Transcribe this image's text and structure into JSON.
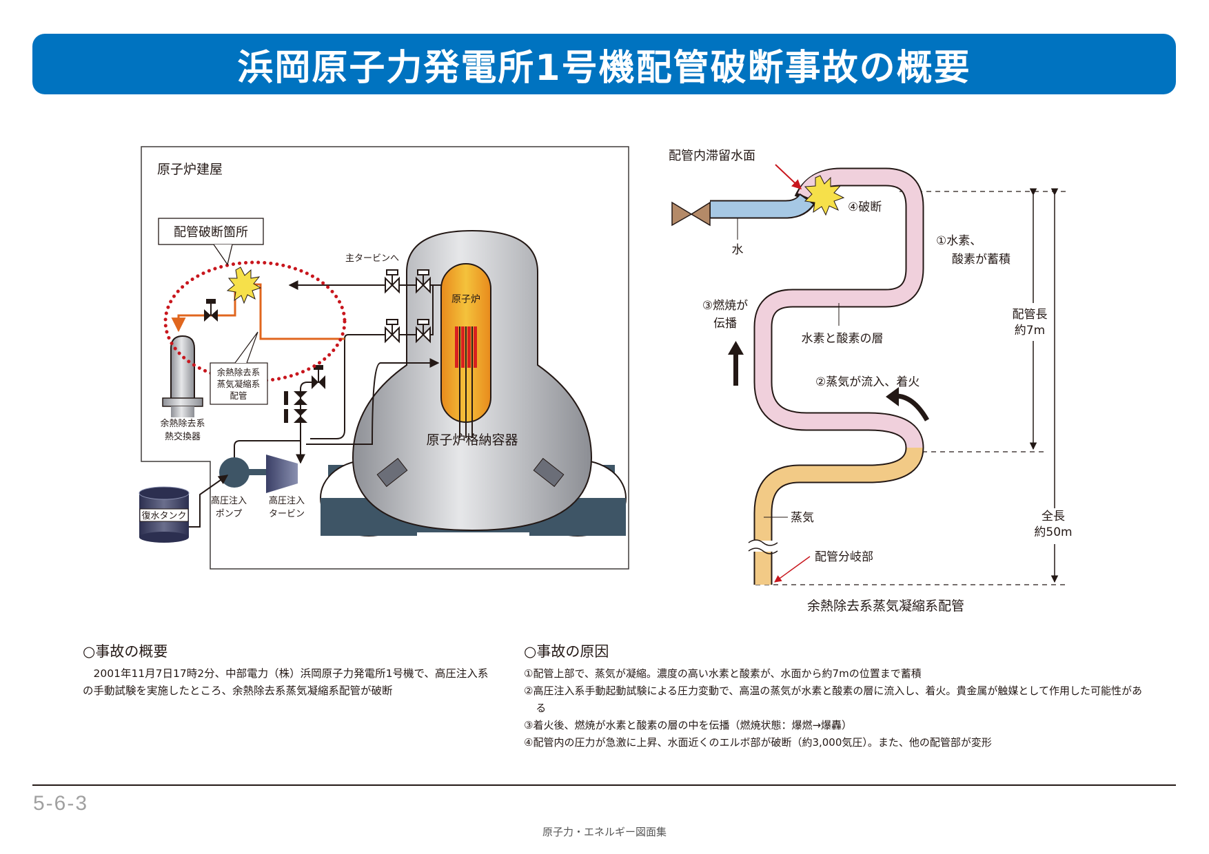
{
  "title": "浜岡原子力発電所1号機配管破断事故の概要",
  "left_diagram": {
    "building_label": "原子炉建屋",
    "break_location_label": "配管破断箇所",
    "pipe_callout": [
      "余熱除去系",
      "蒸気凝縮系",
      "配管"
    ],
    "heat_exchanger_label": [
      "余熱除去系",
      "熱交換器"
    ],
    "main_turbine_label": "主タービンへ",
    "reactor_label": "原子炉",
    "containment_label": "原子炉格納容器",
    "tank_label": "復水タンク",
    "pump_label": [
      "高圧注入",
      "ポンプ"
    ],
    "turbine_label": [
      "高圧注入",
      "タービン"
    ]
  },
  "right_diagram": {
    "water_surface_label": "配管内滞留水面",
    "water_label": "水",
    "rupture_label": "④破断",
    "accumulation_label": [
      "①水素、",
      "酸素が蓄積"
    ],
    "propagation_label": [
      "③燃焼が",
      "伝播"
    ],
    "layer_label": "水素と酸素の層",
    "ignition_label": "②蒸気が流入、着火",
    "steam_label": "蒸気",
    "branch_label": "配管分岐部",
    "pipe_length_label": [
      "配管長",
      "約7m"
    ],
    "total_length_label": [
      "全長",
      "約50m"
    ],
    "caption": "余熱除去系蒸気凝縮系配管",
    "colors": {
      "hydrogen_layer": "#f0d0dc",
      "steam": "#f2ca86",
      "water": "#a6c8e4",
      "valve": "#b48a68",
      "burst": "#f0d040"
    }
  },
  "summary": {
    "heading": "○事故の概要",
    "body": "　2001年11月7日17時2分、中部電力（株）浜岡原子力発電所1号機で、高圧注入系の手動試験を実施したところ、余熱除去系蒸気凝縮系配管が破断"
  },
  "causes": {
    "heading": "○事故の原因",
    "items": [
      "①配管上部で、蒸気が凝縮。濃度の高い水素と酸素が、水面から約7mの位置まで蓄積",
      "②高圧注入系手動起動試験による圧力変動で、高温の蒸気が水素と酸素の層に流入し、着火。貴金属が触媒として作用した可能性がある",
      "③着火後、燃焼が水素と酸素の層の中を伝播（燃焼状態：爆燃→爆轟）",
      "④配管内の圧力が急激に上昇、水面近くのエルボ部が破断（約3,000気圧）。また、他の配管部が変形"
    ]
  },
  "page_number": "5-6-3",
  "footer": "原子力・エネルギー図面集"
}
